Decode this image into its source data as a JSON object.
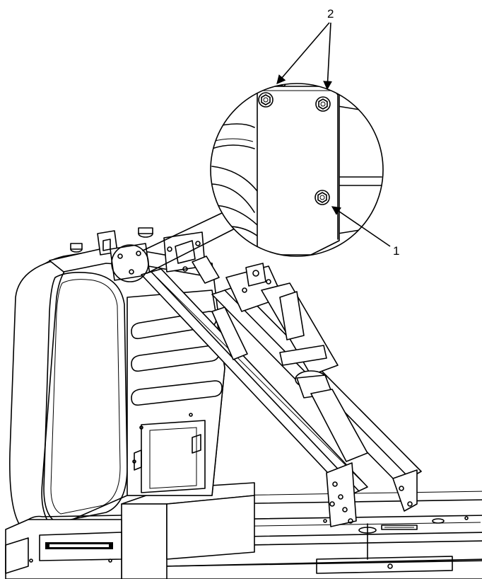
{
  "figure": {
    "callouts": [
      {
        "id": "1",
        "label": "1",
        "target": "lower-mounting-bolt"
      },
      {
        "id": "2",
        "label": "2",
        "target": "upper-mounting-bolts"
      }
    ]
  }
}
